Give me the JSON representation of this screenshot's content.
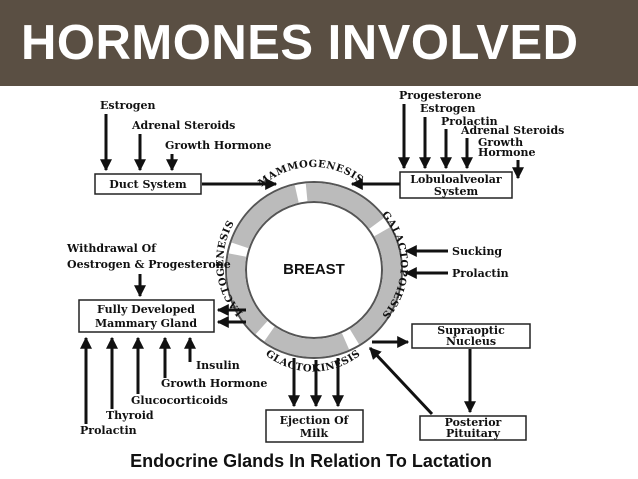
{
  "header": {
    "title": "HORMONES INVOLVED"
  },
  "diagram": {
    "center": "BREAST",
    "ring": {
      "top": "MAMMOGENESIS",
      "right": "GALACTOPOIESIS",
      "bottom": "GLACTOKINESIS",
      "left": "LACTOGENESIS"
    },
    "boxes": {
      "duct_system": "Duct System",
      "lobuloalveolar_line1": "Lobuloalveolar",
      "lobuloalveolar_line2": "System",
      "fully_developed_line1": "Fully Developed",
      "fully_developed_line2": "Mammary Gland",
      "supraoptic_line1": "Supraoptic",
      "supraoptic_line2": "Nucleus",
      "ejection_line1": "Ejection Of",
      "ejection_line2": "Milk",
      "posterior_line1": "Posterior",
      "posterior_line2": "Pituitary"
    },
    "labels": {
      "estrogen_left": "Estrogen",
      "adrenal_left": "Adrenal Steroids",
      "growth_left": "Growth Hormone",
      "progesterone_right": "Progesterone",
      "estrogen_right": "Estrogen",
      "prolactin_right": "Prolactin",
      "adrenal_right": "Adrenal Steroids",
      "growth_right_line1": "Growth",
      "growth_right_line2": "Hormone",
      "withdrawal_line1": "Withdrawal Of",
      "withdrawal_line2": "Oestrogen & Progesterone",
      "sucking": "Sucking",
      "prolactin_mid": "Prolactin",
      "insulin": "Insulin",
      "growth_bottom": "Growth Hormone",
      "glucocorticoids": "Glucocorticoids",
      "thyroid": "Thyroid",
      "prolactin_bottom": "Prolactin"
    }
  },
  "caption": "Endocrine Glands In Relation To Lactation"
}
